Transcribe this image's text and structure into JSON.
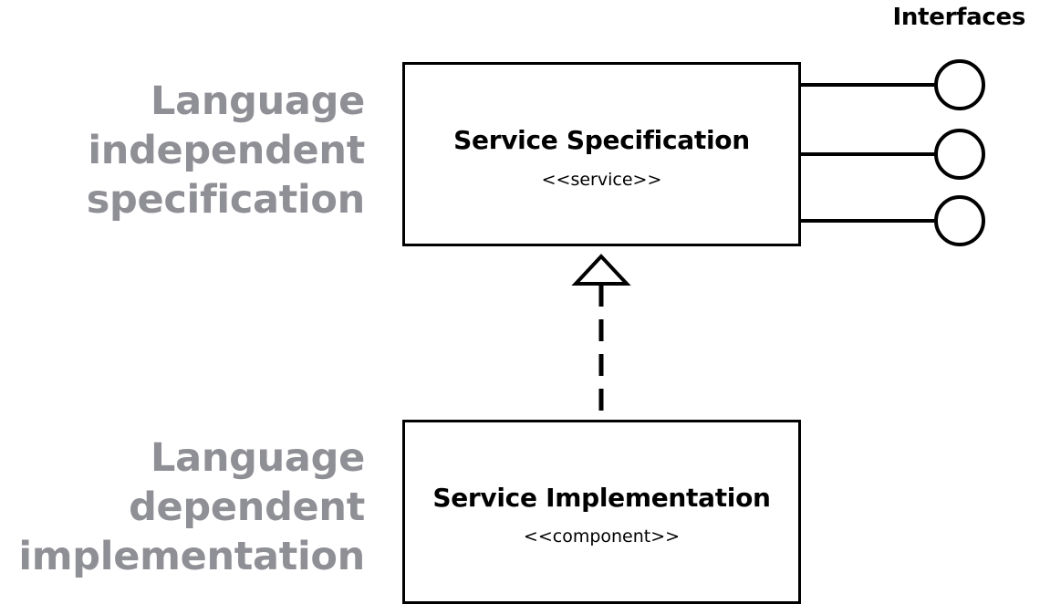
{
  "left_labels": {
    "specification": [
      "Language",
      "independent",
      "specification"
    ],
    "implementation": [
      "Language",
      "dependent",
      "implementation"
    ]
  },
  "spec_box": {
    "title": "Service Specification",
    "stereotype": "<<service>>"
  },
  "impl_box": {
    "title": "Service Implementation",
    "stereotype": "<<component>>"
  },
  "interfaces": {
    "label": "Interfaces",
    "count": 3
  },
  "colors": {
    "side_label": "#8f8f96",
    "stroke": "#000000"
  }
}
